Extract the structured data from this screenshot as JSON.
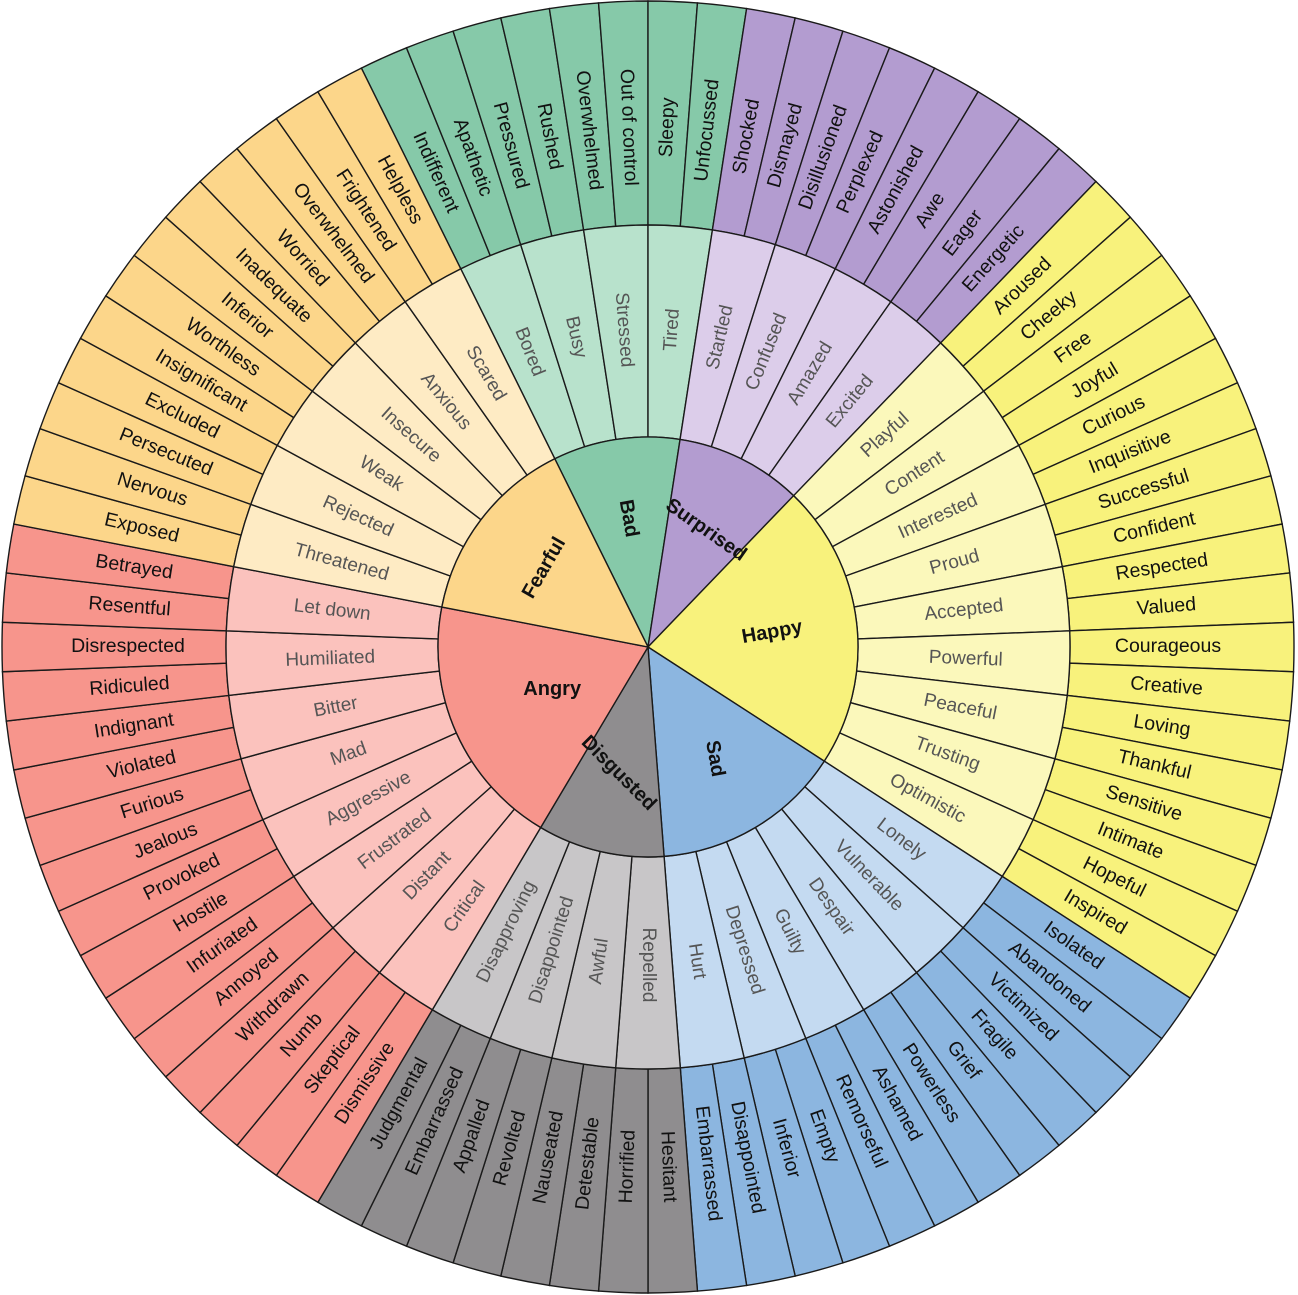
{
  "wheel": {
    "core": [
      {
        "name": "Bad",
        "color": "#86c9a9",
        "mid_color": "#b8e2cc",
        "outer_color": "#86c9a9",
        "secondary": [
          {
            "name": "Bored",
            "outer": [
              "Indifferent",
              "Apathetic"
            ]
          },
          {
            "name": "Busy",
            "outer": [
              "Pressured",
              "Rushed"
            ]
          },
          {
            "name": "Stressed",
            "outer": [
              "Overwhelmed",
              "Out of control"
            ]
          },
          {
            "name": "Tired",
            "outer": [
              "Sleepy",
              "Unfocussed"
            ]
          }
        ]
      },
      {
        "name": "Surprised",
        "color": "#b39cd0",
        "mid_color": "#dccdea",
        "outer_color": "#b39cd0",
        "secondary": [
          {
            "name": "Startled",
            "outer": [
              "Shocked",
              "Dismayed"
            ]
          },
          {
            "name": "Confused",
            "outer": [
              "Disillusioned",
              "Perplexed"
            ]
          },
          {
            "name": "Amazed",
            "outer": [
              "Astonished",
              "Awe"
            ]
          },
          {
            "name": "Excited",
            "outer": [
              "Eager",
              "Energetic"
            ]
          }
        ]
      },
      {
        "name": "Happy",
        "color": "#f8f27c",
        "mid_color": "#fbf8bb",
        "outer_color": "#f8f27c",
        "secondary": [
          {
            "name": "Playful",
            "outer": [
              "Aroused",
              "Cheeky"
            ]
          },
          {
            "name": "Content",
            "outer": [
              "Free",
              "Joyful"
            ]
          },
          {
            "name": "Interested",
            "outer": [
              "Curious",
              "Inquisitive"
            ]
          },
          {
            "name": "Proud",
            "outer": [
              "Successful",
              "Confident"
            ]
          },
          {
            "name": "Accepted",
            "outer": [
              "Respected",
              "Valued"
            ]
          },
          {
            "name": "Powerful",
            "outer": [
              "Courageous",
              "Creative"
            ]
          },
          {
            "name": "Peaceful",
            "outer": [
              "Loving",
              "Thankful"
            ]
          },
          {
            "name": "Trusting",
            "outer": [
              "Sensitive",
              "Intimate"
            ]
          },
          {
            "name": "Optimistic",
            "outer": [
              "Hopeful",
              "Inspired"
            ]
          }
        ]
      },
      {
        "name": "Sad",
        "color": "#8cb6e0",
        "mid_color": "#c4daf1",
        "outer_color": "#8cb6e0",
        "secondary": [
          {
            "name": "Lonely",
            "outer": [
              "Isolated",
              "Abandoned"
            ]
          },
          {
            "name": "Vulnerable",
            "outer": [
              "Victimized",
              "Fragile"
            ]
          },
          {
            "name": "Despair",
            "outer": [
              "Grief",
              "Powerless"
            ]
          },
          {
            "name": "Guilty",
            "outer": [
              "Ashamed",
              "Remorseful"
            ]
          },
          {
            "name": "Depressed",
            "outer": [
              "Empty",
              "Inferior"
            ]
          },
          {
            "name": "Hurt",
            "outer": [
              "Disappointed",
              "Embarrassed"
            ]
          }
        ]
      },
      {
        "name": "Disgusted",
        "color": "#8f8d8f",
        "mid_color": "#c8c6c8",
        "outer_color": "#8f8d8f",
        "secondary": [
          {
            "name": "Repelled",
            "outer": [
              "Hesitant",
              "Horrified"
            ]
          },
          {
            "name": "Awful",
            "outer": [
              "Detestable",
              "Nauseated"
            ]
          },
          {
            "name": "Disappointed",
            "outer": [
              "Revolted",
              "Appalled"
            ]
          },
          {
            "name": "Disapproving",
            "outer": [
              "Embarrassed",
              "Judgmental"
            ]
          }
        ]
      },
      {
        "name": "Angry",
        "color": "#f7958c",
        "mid_color": "#fbc2bd",
        "outer_color": "#f7958c",
        "secondary": [
          {
            "name": "Critical",
            "outer": [
              "Dismissive",
              "Skeptical"
            ]
          },
          {
            "name": "Distant",
            "outer": [
              "Numb",
              "Withdrawn"
            ]
          },
          {
            "name": "Frustrated",
            "outer": [
              "Annoyed",
              "Infuriated"
            ]
          },
          {
            "name": "Aggressive",
            "outer": [
              "Hostile",
              "Provoked"
            ]
          },
          {
            "name": "Mad",
            "outer": [
              "Jealous",
              "Furious"
            ]
          },
          {
            "name": "Bitter",
            "outer": [
              "Violated",
              "Indignant"
            ]
          },
          {
            "name": "Humiliated",
            "outer": [
              "Ridiculed",
              "Disrespected"
            ]
          },
          {
            "name": "Let down",
            "outer": [
              "Resentful",
              "Betrayed"
            ]
          }
        ]
      },
      {
        "name": "Fearful",
        "color": "#fcd68a",
        "mid_color": "#feebc4",
        "outer_color": "#fcd68a",
        "secondary": [
          {
            "name": "Threatened",
            "outer": [
              "Exposed",
              "Nervous"
            ]
          },
          {
            "name": "Rejected",
            "outer": [
              "Persecuted",
              "Excluded"
            ]
          },
          {
            "name": "Weak",
            "outer": [
              "Insignificant",
              "Worthless"
            ]
          },
          {
            "name": "Insecure",
            "outer": [
              "Inferior",
              "Inadequate"
            ]
          },
          {
            "name": "Anxious",
            "outer": [
              "Worried",
              "Overwhelmed"
            ]
          },
          {
            "name": "Scared",
            "outer": [
              "Frightened",
              "Helpless"
            ]
          }
        ]
      }
    ]
  }
}
